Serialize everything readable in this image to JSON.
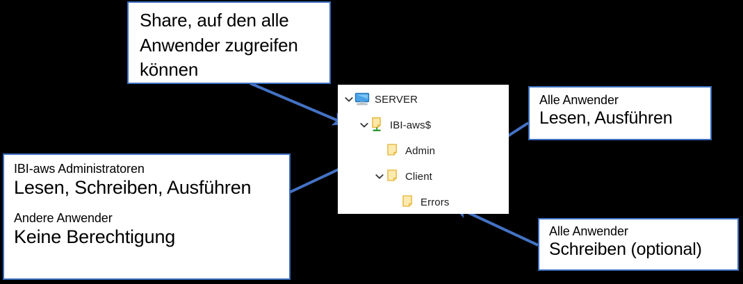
{
  "diagram": {
    "background_color": "#000000",
    "accent_color": "#4472C4",
    "box_border_color": "#3b6ec0"
  },
  "callouts": [
    {
      "id": "share",
      "name": "callout-share",
      "lines": [
        "Share, auf den alle",
        "Anwender zugreifen",
        "können"
      ]
    },
    {
      "id": "admins",
      "name": "callout-admins",
      "title1": "IBI-aws Administratoren",
      "value1": "Lesen, Schreiben, Ausführen",
      "title2": "Andere Anwender",
      "value2": "Keine Berechtigung"
    },
    {
      "id": "all-read",
      "name": "callout-all-read",
      "title": "Alle Anwender",
      "value": "Lesen, Ausführen"
    },
    {
      "id": "all-write",
      "name": "callout-all-write",
      "title": "Alle Anwender",
      "value": "Schreiben (optional)"
    }
  ],
  "tree": {
    "rows": [
      {
        "label": "SERVER",
        "icon": "computer-monitor-icon",
        "expander": "chevron-down-icon",
        "depth": 0
      },
      {
        "label": "IBI-aws$",
        "icon": "shared-folder-icon",
        "expander": "chevron-down-icon",
        "depth": 1
      },
      {
        "label": "Admin",
        "icon": "folder-icon",
        "expander": "none",
        "depth": 2
      },
      {
        "label": "Client",
        "icon": "folder-icon",
        "expander": "chevron-down-icon",
        "depth": 2
      },
      {
        "label": "Errors",
        "icon": "folder-icon",
        "expander": "none",
        "depth": 3
      }
    ]
  },
  "arrows": [
    {
      "name": "arrow-share-to-ibi-aws",
      "from": "callout-share",
      "to": "tree-row-ibi-aws"
    },
    {
      "name": "arrow-admins-to-admin",
      "from": "callout-admins",
      "to": "tree-row-admin"
    },
    {
      "name": "arrow-all-read-to-client",
      "from": "callout-all-read",
      "to": "tree-row-client"
    },
    {
      "name": "arrow-all-write-to-errors",
      "from": "callout-all-write",
      "to": "tree-row-errors"
    }
  ]
}
